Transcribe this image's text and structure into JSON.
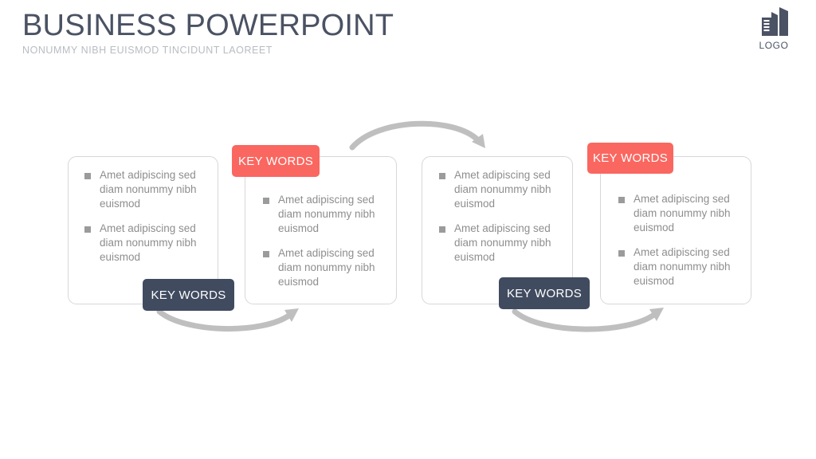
{
  "header": {
    "title": "BUSINESS POWERPOINT",
    "subtitle": "NONUMMY NIBH EUISMOD TINCIDUNT LAOREET"
  },
  "logo": {
    "icon": "building-icon",
    "label": "LOGO"
  },
  "colors": {
    "title": "#4a5263",
    "subtitle": "#b9bcc2",
    "accent_red": "#fa6760",
    "accent_dark": "#404b5f",
    "body_text": "#8e8e8e",
    "card_border": "#d7d7d9",
    "arrow": "#bfbfbf",
    "background": "#ffffff"
  },
  "diagram": {
    "type": "four-step-zigzag-process",
    "cards": [
      {
        "id": "card-1",
        "badge": {
          "label": "KEY WORDS",
          "style": "dark",
          "position": "bottom-right"
        },
        "bullets": [
          "Amet adipiscing sed diam nonummy nibh euismod",
          "Amet adipiscing sed diam nonummy nibh euismod"
        ]
      },
      {
        "id": "card-2",
        "badge": {
          "label": "KEY WORDS",
          "style": "red",
          "position": "top-left"
        },
        "bullets": [
          "Amet adipiscing sed diam nonummy nibh euismod",
          "Amet adipiscing sed diam nonummy nibh euismod"
        ]
      },
      {
        "id": "card-3",
        "badge": {
          "label": "KEY WORDS",
          "style": "dark",
          "position": "bottom-right"
        },
        "bullets": [
          "Amet adipiscing sed diam nonummy nibh euismod",
          "Amet adipiscing sed diam nonummy nibh euismod"
        ]
      },
      {
        "id": "card-4",
        "badge": {
          "label": "KEY WORDS",
          "style": "red",
          "position": "top-left"
        },
        "bullets": [
          "Amet adipiscing sed diam nonummy nibh euismod",
          "Amet adipiscing sed diam nonummy nibh euismod"
        ]
      }
    ],
    "connectors": [
      {
        "id": "arrow-1-2",
        "from": "card-1",
        "to": "card-2",
        "shape": "curve-below"
      },
      {
        "id": "arrow-2-3",
        "from": "card-2",
        "to": "card-3",
        "shape": "curve-above"
      },
      {
        "id": "arrow-3-4",
        "from": "card-3",
        "to": "card-4",
        "shape": "curve-below"
      }
    ]
  }
}
